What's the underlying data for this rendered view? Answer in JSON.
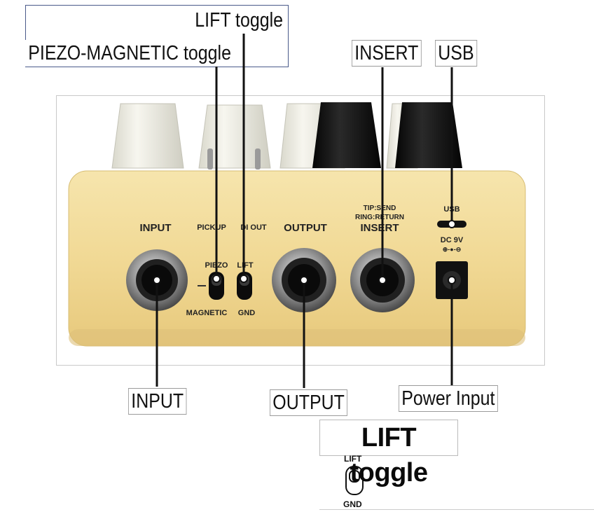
{
  "callouts": {
    "piezo_magnetic": "PIEZO-MAGNETIC toggle",
    "lift": "LIFT toggle",
    "insert": "INSERT",
    "usb": "USB",
    "input": "INPUT",
    "output": "OUTPUT",
    "power": "Power Input"
  },
  "panel_labels": {
    "input": "INPUT",
    "pickup": "PICKUP",
    "di_out": "DI OUT",
    "output": "OUTPUT",
    "tip_send": "TIP:SEND",
    "ring_return": "RING:RETURN",
    "insert": "INSERT",
    "usb": "USB",
    "dc": "DC 9V",
    "polarity": "⊕-●-⊖",
    "piezo": "PIEZO",
    "lift": "LIFT",
    "magnetic": "MAGNETIC",
    "gnd": "GND"
  },
  "detail": {
    "title": "LIFT toggle",
    "top_label": "LIFT",
    "bottom_label": "GND"
  },
  "colors": {
    "panel_face": "#f1d995",
    "knob_white": "#ecebe2",
    "knob_black": "#151515",
    "jack_metal": "#8a8a8a"
  }
}
